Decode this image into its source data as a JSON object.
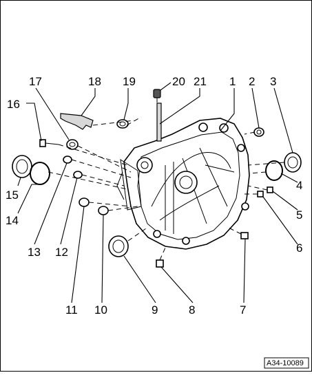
{
  "diagram": {
    "reference_code": "A34-10089",
    "callouts": [
      {
        "number": "1"
      },
      {
        "number": "2"
      },
      {
        "number": "3"
      },
      {
        "number": "4"
      },
      {
        "number": "5"
      },
      {
        "number": "6"
      },
      {
        "number": "7"
      },
      {
        "number": "8"
      },
      {
        "number": "9"
      },
      {
        "number": "10"
      },
      {
        "number": "11"
      },
      {
        "number": "12"
      },
      {
        "number": "13"
      },
      {
        "number": "14"
      },
      {
        "number": "15"
      },
      {
        "number": "16"
      },
      {
        "number": "17"
      },
      {
        "number": "18"
      },
      {
        "number": "19"
      },
      {
        "number": "20"
      },
      {
        "number": "21"
      }
    ]
  }
}
